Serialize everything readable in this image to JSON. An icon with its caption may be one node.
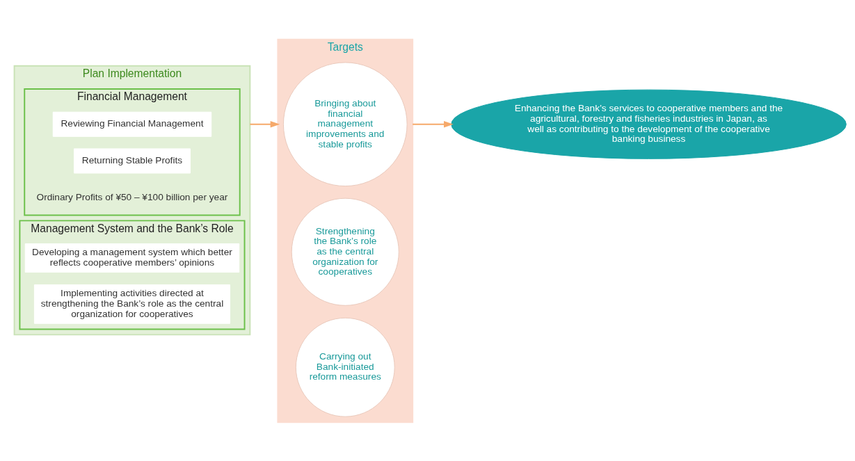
{
  "diagram": {
    "nodes": [
      {
        "text": [
          "Plan Implementation"
        ]
      },
      {
        "text": [
          "Financial Management"
        ],
        "in": 0
      },
      {
        "text": [
          "Reviewing Financial Management"
        ],
        "in": 1
      },
      {
        "text": [
          "Returning Stable Profits"
        ],
        "in": 1
      },
      {
        "text": [
          "Ordinary Profits of ¥50 – ¥100 billion per year"
        ],
        "in": 1
      },
      {
        "text": [
          "Management System and the Bank’s Role"
        ],
        "in": 0
      },
      {
        "text": [
          "Developing a management system which better reflects cooperative members’ opinions"
        ],
        "in": 5
      },
      {
        "text": [
          "Implementing activities directed at strengthening the Bank’s role as the central organization for cooperatives"
        ],
        "in": 5
      },
      {
        "text": [
          "Enhancing the Bank’s services to cooperative members and the agricultural, forestry and fisheries industries in Japan, as well as contributing to the development of the cooperative banking business"
        ]
      },
      {
        "text": [
          "Targets"
        ]
      },
      {
        "text": [
          "Bringing about financial management improvements and stable profits"
        ],
        "in": 9
      },
      {
        "text": [
          "Strengthening the Bank’s role as the central organization for cooperatives"
        ],
        "in": 9
      },
      {
        "text": [
          "Carrying out Bank-initiated reform measures"
        ],
        "in": 9
      }
    ],
    "edges": [
      {
        "from": 0,
        "to": 9,
        "arrow": "to"
      },
      {
        "from": 9,
        "to": 8,
        "arrow": "to"
      }
    ]
  }
}
